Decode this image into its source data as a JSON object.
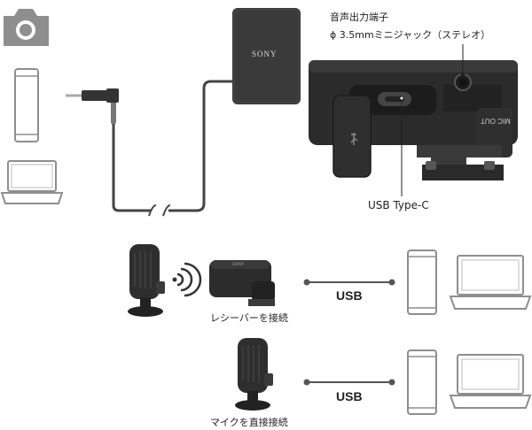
{
  "audio_jack_label": "音声出力端子",
  "audio_jack_spec": "ϕ 3.5mmミニジャック（ステレオ）",
  "usb_port_label": "USB Type-C",
  "adapter_brand": "SONY",
  "receiver_brand": "SONY",
  "mic_out_label": "MIC OUT",
  "row1": {
    "caption": "レシーバーを接続",
    "link_label": "USB"
  },
  "row2": {
    "caption": "マイクを直接接続",
    "link_label": "USB"
  },
  "colors": {
    "icon_gray": "#8e8e8e",
    "device_dark": "#2b2b2b",
    "line_gray": "#555555"
  }
}
